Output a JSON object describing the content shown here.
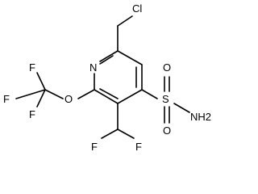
{
  "molecule": {
    "atoms": {
      "chlorine": "Cl",
      "ring_nitrogen": "N",
      "ether_oxygen": "O",
      "sulfonyl_oxygen_top": "O",
      "sulfonyl_oxygen_bottom": "O",
      "sulfur": "S",
      "amine": "NH2",
      "trifluoromethoxy_fluorine_top": "F",
      "trifluoromethoxy_fluorine_left": "F",
      "trifluoromethoxy_fluorine_bottom": "F",
      "difluoromethyl_fluorine_left": "F",
      "difluoromethyl_fluorine_right": "F"
    }
  }
}
